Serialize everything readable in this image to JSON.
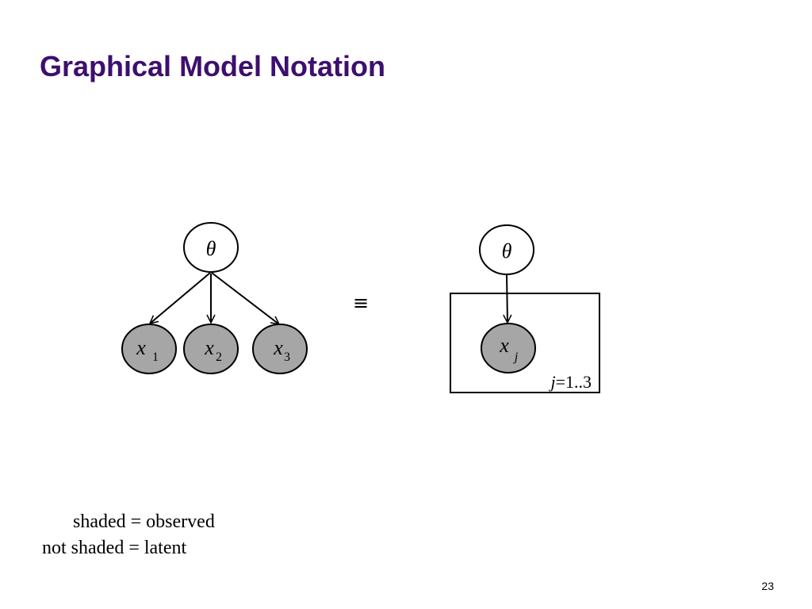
{
  "slide": {
    "title": "Graphical Model Notation",
    "page_number": "23"
  },
  "diagram": {
    "left_graph": {
      "parent": {
        "symbol": "θ",
        "shaded": false
      },
      "children": [
        {
          "symbol": "x",
          "subscript": "1",
          "shaded": true
        },
        {
          "symbol": "x",
          "subscript": "2",
          "shaded": true
        },
        {
          "symbol": "x",
          "subscript": "3",
          "shaded": true
        }
      ]
    },
    "equivalence_symbol": "≡",
    "right_graph": {
      "parent": {
        "symbol": "θ",
        "shaded": false
      },
      "child": {
        "symbol": "x",
        "subscript": "j",
        "shaded": true
      },
      "plate_label_var": "j",
      "plate_label_range": "=1..3"
    }
  },
  "legend": {
    "line1": "shaded = observed",
    "line2": "not shaded = latent"
  },
  "colors": {
    "title": "#3d0f6e",
    "observed_fill": "#a6a6a6",
    "latent_fill": "#ffffff",
    "stroke": "#000000"
  }
}
